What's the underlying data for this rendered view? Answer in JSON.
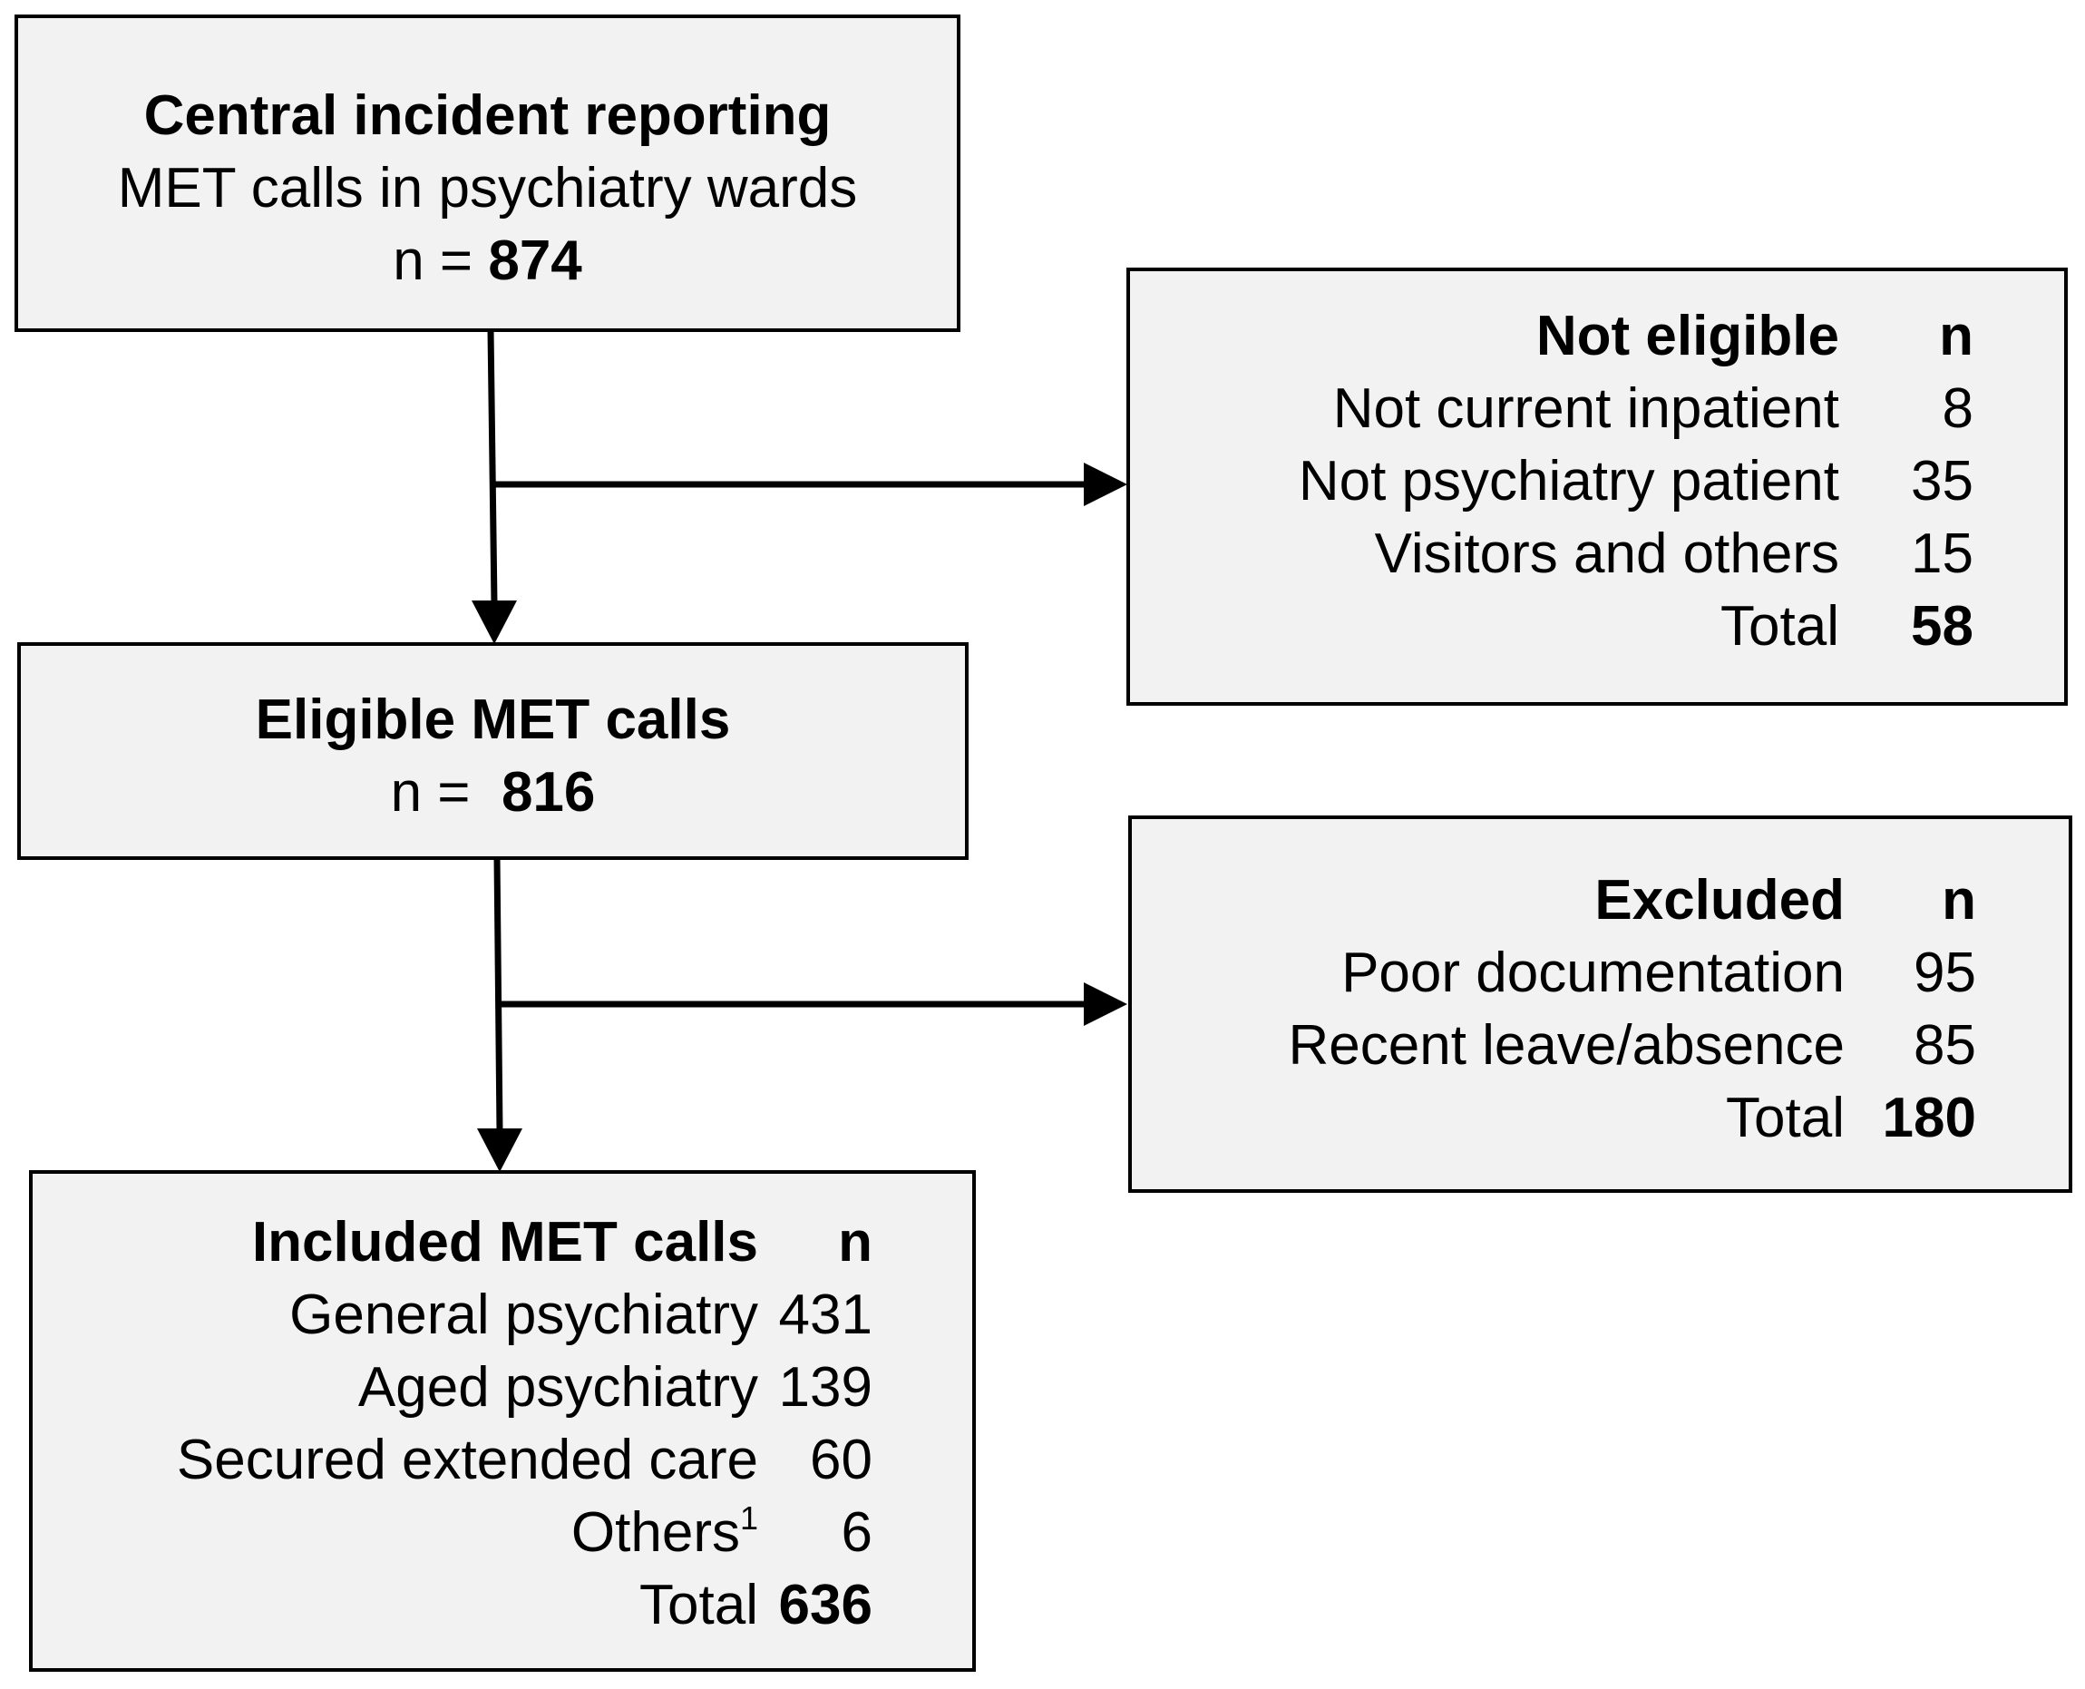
{
  "source": {
    "title": "Central incident reporting",
    "subtitle": "MET calls in psychiatry wards",
    "n_prefix": "n = ",
    "n_value": "874"
  },
  "not_eligible": {
    "header": "Not eligible",
    "n_header": "n",
    "rows": [
      {
        "label": "Not current inpatient",
        "value": "8"
      },
      {
        "label": "Not psychiatry patient",
        "value": "35"
      },
      {
        "label": "Visitors and others",
        "value": "15"
      }
    ],
    "total_label": "Total",
    "total_value": "58"
  },
  "eligible": {
    "title": "Eligible MET calls",
    "n_prefix": "n = ",
    "n_value": "816"
  },
  "excluded": {
    "header": "Excluded",
    "n_header": "n",
    "rows": [
      {
        "label": "Poor documentation",
        "value": "95"
      },
      {
        "label": "Recent leave/absence",
        "value": "85"
      }
    ],
    "total_label": "Total",
    "total_value": "180"
  },
  "included": {
    "header": "Included MET calls",
    "n_header": "n",
    "rows": [
      {
        "label": "General psychiatry",
        "value": "431"
      },
      {
        "label": "Aged psychiatry",
        "value": "139"
      },
      {
        "label": "Secured extended care",
        "value": "60"
      },
      {
        "label": "Others",
        "sup": "1",
        "value": "6"
      }
    ],
    "total_label": "Total",
    "total_value": "636"
  }
}
